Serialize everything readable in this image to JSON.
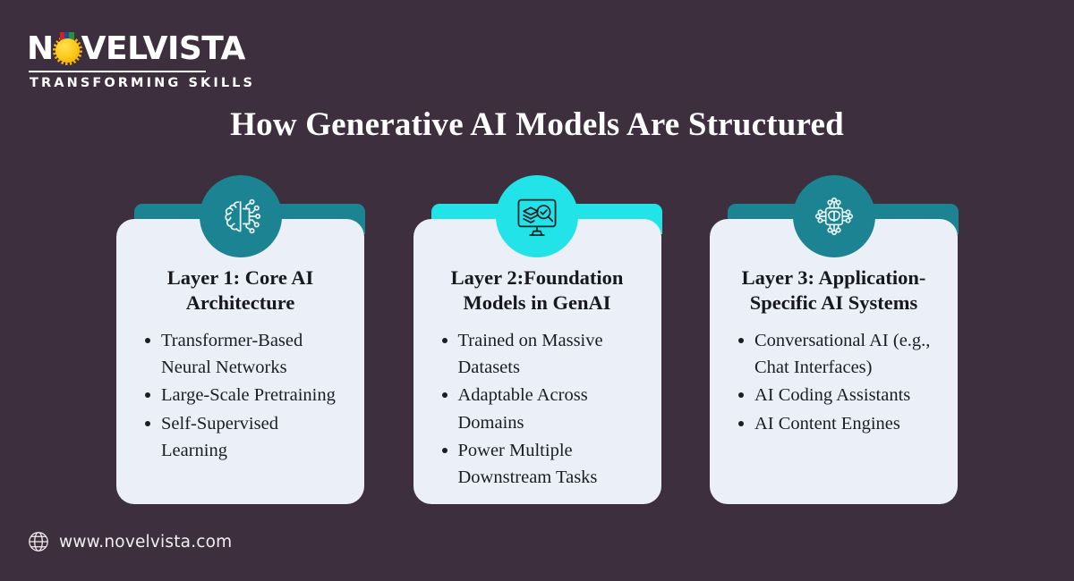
{
  "brand": {
    "name_first": "N",
    "name_rest": "VELVISTA",
    "tagline": "TRANSFORMING SKILLS",
    "medal_icon": "sunburst-medal-icon",
    "ribbon_colors": [
      "#D42027",
      "#1B4C9B",
      "#2A8F3C"
    ],
    "sun_color": "#FCC81B"
  },
  "header": {
    "title": "How Generative AI Models Are Structured"
  },
  "theme": {
    "background": "#3D2F3E",
    "panel": "#EBEFF7",
    "teal": "#1B8391",
    "cyan": "#22E4E8",
    "text_dark": "#16181D",
    "text_light": "#FFFFFF"
  },
  "cards": [
    {
      "id": "layer-1",
      "title": "Layer 1: Core AI Architecture",
      "icon": "brain-circuit-icon",
      "accent": "#1B8391",
      "icon_stroke": "#E8F4F6",
      "bullets": [
        "Transformer-Based Neural Networks",
        "Large-Scale Pretraining",
        "Self-Supervised Learning"
      ]
    },
    {
      "id": "layer-2",
      "title": "Layer 2:Foundation Models in GenAI",
      "icon": "monitor-search-layers-icon",
      "accent": "#22E4E8",
      "icon_stroke": "#0E2226",
      "bullets": [
        "Trained on Massive Datasets",
        "Adaptable Across Domains",
        "Power Multiple Downstream Tasks"
      ]
    },
    {
      "id": "layer-3",
      "title": "Layer 3: Application-Specific AI Systems",
      "icon": "ai-chip-brain-icon",
      "accent": "#1B8391",
      "icon_stroke": "#E8F4F6",
      "bullets": [
        "Conversational AI (e.g., Chat Interfaces)",
        "AI Coding Assistants",
        "AI Content Engines"
      ]
    }
  ],
  "footer": {
    "globe_icon": "globe-icon",
    "url": "www.novelvista.com"
  }
}
